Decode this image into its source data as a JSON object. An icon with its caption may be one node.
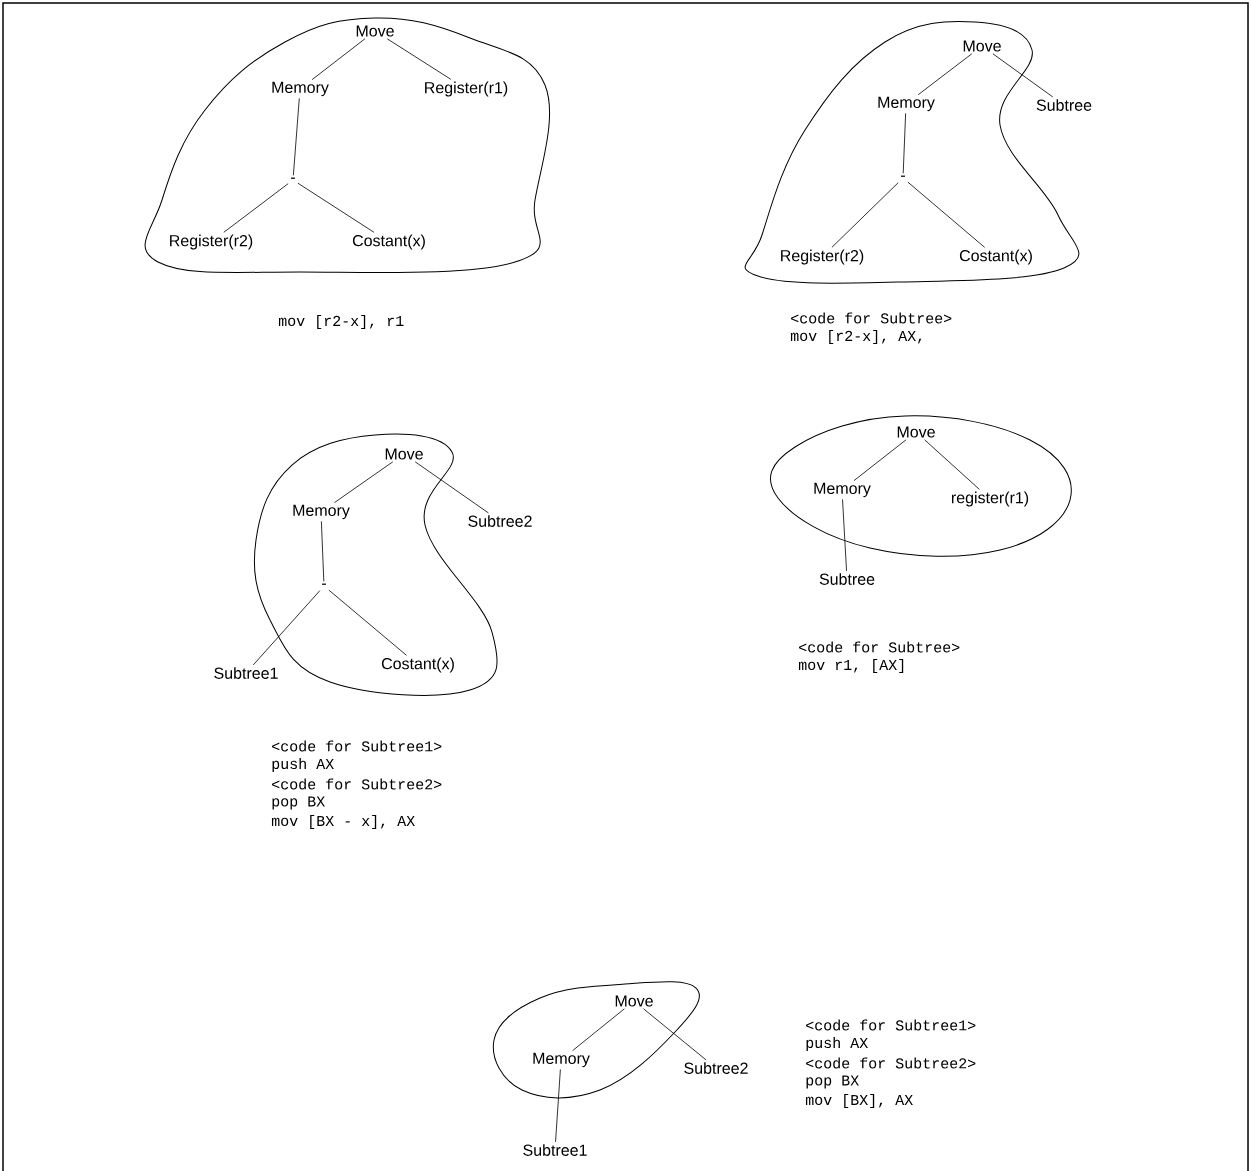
{
  "diagram": {
    "nodes": [
      {
        "text": [],
        "shape": "cloud"
      },
      {
        "text": [
          "Move"
        ],
        "in": 0
      },
      {
        "text": [
          "Memory"
        ],
        "in": 0
      },
      {
        "text": [
          "Register(r1)"
        ],
        "in": 0
      },
      {
        "text": [
          "-"
        ],
        "in": 0
      },
      {
        "text": [
          "Register(r2)"
        ],
        "in": 0
      },
      {
        "text": [
          "Costant(x)"
        ],
        "in": 0
      },
      {
        "text": [],
        "shape": "cloud"
      },
      {
        "text": [
          "Move"
        ],
        "in": 7
      },
      {
        "text": [
          "Memory"
        ],
        "in": 7
      },
      {
        "text": [
          "Subtree"
        ]
      },
      {
        "text": [
          "-"
        ],
        "in": 7
      },
      {
        "text": [
          "Register(r2)"
        ],
        "in": 7
      },
      {
        "text": [
          "Costant(x)"
        ],
        "in": 7
      },
      {
        "text": [],
        "shape": "cloud"
      },
      {
        "text": [
          "Move"
        ],
        "in": 14
      },
      {
        "text": [
          "Memory"
        ],
        "in": 14
      },
      {
        "text": [
          "Subtree2"
        ]
      },
      {
        "text": [
          "-"
        ],
        "in": 14
      },
      {
        "text": [
          "Subtree1"
        ]
      },
      {
        "text": [
          "Costant(x)"
        ],
        "in": 14
      },
      {
        "text": [],
        "shape": "cloud"
      },
      {
        "text": [
          "Move"
        ],
        "in": 21
      },
      {
        "text": [
          "Memory"
        ],
        "in": 21
      },
      {
        "text": [
          "register(r1)"
        ],
        "in": 21
      },
      {
        "text": [
          "Subtree"
        ]
      },
      {
        "text": [],
        "shape": "cloud"
      },
      {
        "text": [
          "Move"
        ],
        "in": 26
      },
      {
        "text": [
          "Memory"
        ],
        "in": 26
      },
      {
        "text": [
          "Subtree2"
        ]
      },
      {
        "text": [
          "Subtree1"
        ]
      }
    ],
    "edges": [
      {
        "from": 1,
        "to": 2,
        "arrow": "none"
      },
      {
        "from": 1,
        "to": 3,
        "arrow": "none"
      },
      {
        "from": 2,
        "to": 4,
        "arrow": "none"
      },
      {
        "from": 4,
        "to": 5,
        "arrow": "none"
      },
      {
        "from": 4,
        "to": 6,
        "arrow": "none"
      },
      {
        "from": 8,
        "to": 9,
        "arrow": "none"
      },
      {
        "from": 8,
        "to": 10,
        "arrow": "none"
      },
      {
        "from": 9,
        "to": 11,
        "arrow": "none"
      },
      {
        "from": 11,
        "to": 12,
        "arrow": "none"
      },
      {
        "from": 11,
        "to": 13,
        "arrow": "none"
      },
      {
        "from": 15,
        "to": 16,
        "arrow": "none"
      },
      {
        "from": 15,
        "to": 17,
        "arrow": "none"
      },
      {
        "from": 16,
        "to": 18,
        "arrow": "none"
      },
      {
        "from": 18,
        "to": 19,
        "arrow": "none"
      },
      {
        "from": 18,
        "to": 20,
        "arrow": "none"
      },
      {
        "from": 22,
        "to": 23,
        "arrow": "none"
      },
      {
        "from": 22,
        "to": 24,
        "arrow": "none"
      },
      {
        "from": 23,
        "to": 25,
        "arrow": "none"
      },
      {
        "from": 27,
        "to": 28,
        "arrow": "none"
      },
      {
        "from": 27,
        "to": 29,
        "arrow": "none"
      },
      {
        "from": 28,
        "to": 30,
        "arrow": "none"
      }
    ],
    "labels": [
      "mov [r2-x], r1",
      "<code for Subtree>",
      "mov [r2-x], AX,",
      "<code for Subtree>",
      "mov r1, [AX]",
      "<code for Subtree1>",
      "push AX",
      "<code for Subtree2>",
      "pop BX",
      "mov [BX - x], AX",
      "<code for Subtree1>",
      "push AX",
      "<code for Subtree2>",
      "pop BX",
      "mov [BX], AX"
    ]
  }
}
